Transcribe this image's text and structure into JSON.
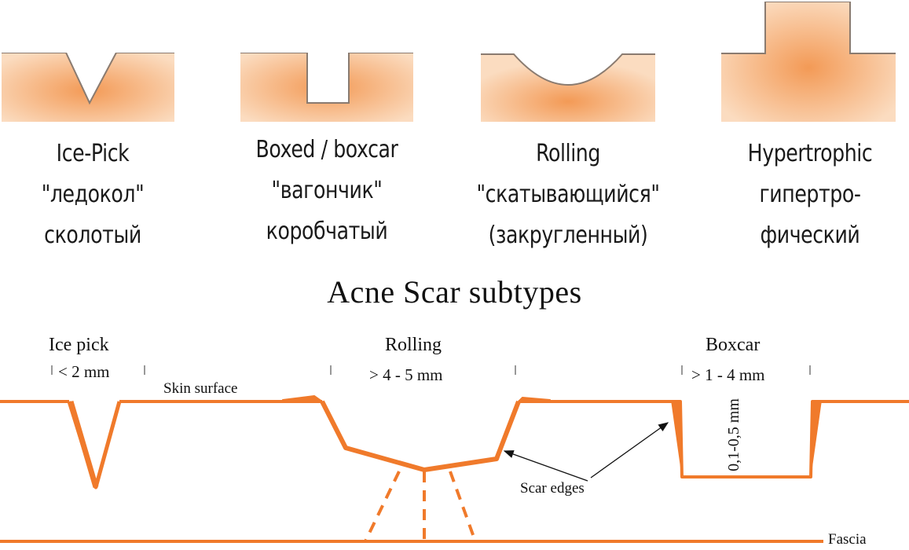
{
  "subtypes": [
    {
      "name": "Ice-Pick",
      "ru_1": "\"ледокол\"",
      "ru_2": "сколотый",
      "icon": "ice-pick-scar-icon"
    },
    {
      "name": "Boxed / boxcar",
      "ru_1": "\"вагончик\"",
      "ru_2": "коробчатый",
      "icon": "boxcar-scar-icon"
    },
    {
      "name": "Rolling",
      "ru_1": "\"скатывающийся\"",
      "ru_2": "(закругленный)",
      "icon": "rolling-scar-icon"
    },
    {
      "name": "Hypertrophic",
      "ru_1": "гипертро-",
      "ru_2": "фический",
      "icon": "hypertrophic-scar-icon"
    }
  ],
  "title": "Acne Scar subtypes",
  "cross_section": {
    "ice_pick": {
      "label": "Ice pick",
      "size": "< 2 mm"
    },
    "rolling": {
      "label": "Rolling",
      "size": "> 4 - 5 mm"
    },
    "boxcar": {
      "label": "Boxcar",
      "size": "> 1 - 4 mm",
      "depth": "0,1-0,5 mm"
    },
    "skin_surface": "Skin surface",
    "scar_edges": "Scar edges",
    "fascia": "Fascia"
  },
  "colors": {
    "skin": "#f07a2b",
    "tile_light": "#f9d6b5",
    "tile_core": "#f49a55"
  }
}
